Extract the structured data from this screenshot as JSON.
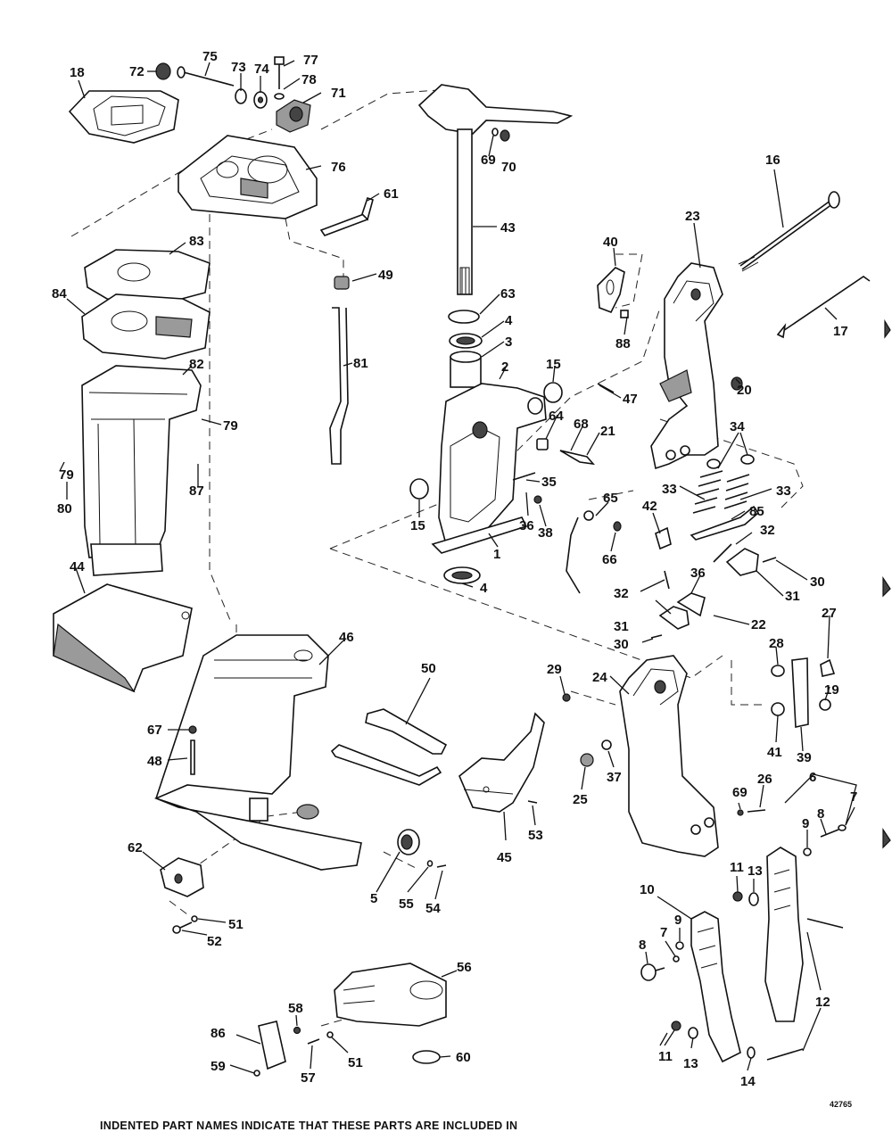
{
  "diagram": {
    "drawing_number": "42765",
    "footer_note": "INDENTED PART NAMES INDICATE THAT THESE PARTS ARE INCLUDED IN"
  },
  "callouts": [
    {
      "id": "c72",
      "text": "72"
    },
    {
      "id": "c75",
      "text": "75"
    },
    {
      "id": "c73",
      "text": "73"
    },
    {
      "id": "c74",
      "text": "74"
    },
    {
      "id": "c77",
      "text": "77"
    },
    {
      "id": "c78",
      "text": "78"
    },
    {
      "id": "c71",
      "text": "71"
    },
    {
      "id": "c18",
      "text": "18"
    },
    {
      "id": "c76",
      "text": "76"
    },
    {
      "id": "c61",
      "text": "61"
    },
    {
      "id": "c69a",
      "text": "69"
    },
    {
      "id": "c70",
      "text": "70"
    },
    {
      "id": "c43",
      "text": "43"
    },
    {
      "id": "c16",
      "text": "16"
    },
    {
      "id": "c23",
      "text": "23"
    },
    {
      "id": "c40",
      "text": "40"
    },
    {
      "id": "c83",
      "text": "83"
    },
    {
      "id": "c49",
      "text": "49"
    },
    {
      "id": "c63",
      "text": "63"
    },
    {
      "id": "c4a",
      "text": "4"
    },
    {
      "id": "c3",
      "text": "3"
    },
    {
      "id": "c84",
      "text": "84"
    },
    {
      "id": "c88",
      "text": "88"
    },
    {
      "id": "c17",
      "text": "17"
    },
    {
      "id": "c81",
      "text": "81"
    },
    {
      "id": "c82",
      "text": "82"
    },
    {
      "id": "c2",
      "text": "2"
    },
    {
      "id": "c15a",
      "text": "15"
    },
    {
      "id": "c20",
      "text": "20"
    },
    {
      "id": "c47",
      "text": "47"
    },
    {
      "id": "c79a",
      "text": "79"
    },
    {
      "id": "c64",
      "text": "64"
    },
    {
      "id": "c68",
      "text": "68"
    },
    {
      "id": "c21",
      "text": "21"
    },
    {
      "id": "c34",
      "text": "34"
    },
    {
      "id": "c79b",
      "text": "79"
    },
    {
      "id": "c87",
      "text": "87"
    },
    {
      "id": "c35",
      "text": "35"
    },
    {
      "id": "c33a",
      "text": "33"
    },
    {
      "id": "c33b",
      "text": "33"
    },
    {
      "id": "c80",
      "text": "80"
    },
    {
      "id": "c65",
      "text": "65"
    },
    {
      "id": "c42",
      "text": "42"
    },
    {
      "id": "c85",
      "text": "85"
    },
    {
      "id": "c15b",
      "text": "15"
    },
    {
      "id": "c36a",
      "text": "36"
    },
    {
      "id": "c38",
      "text": "38"
    },
    {
      "id": "c1",
      "text": "1"
    },
    {
      "id": "c32a",
      "text": "32"
    },
    {
      "id": "c66",
      "text": "66"
    },
    {
      "id": "c44",
      "text": "44"
    },
    {
      "id": "c30a",
      "text": "30"
    },
    {
      "id": "c36b",
      "text": "36"
    },
    {
      "id": "c31a",
      "text": "31"
    },
    {
      "id": "c4b",
      "text": "4"
    },
    {
      "id": "c32b",
      "text": "32"
    },
    {
      "id": "c31b",
      "text": "31"
    },
    {
      "id": "c22",
      "text": "22"
    },
    {
      "id": "c27",
      "text": "27"
    },
    {
      "id": "c30b",
      "text": "30"
    },
    {
      "id": "c46",
      "text": "46"
    },
    {
      "id": "c50",
      "text": "50"
    },
    {
      "id": "c28",
      "text": "28"
    },
    {
      "id": "c24",
      "text": "24"
    },
    {
      "id": "c29",
      "text": "29"
    },
    {
      "id": "c19",
      "text": "19"
    },
    {
      "id": "c67",
      "text": "67"
    },
    {
      "id": "c39",
      "text": "39"
    },
    {
      "id": "c41",
      "text": "41"
    },
    {
      "id": "c48",
      "text": "48"
    },
    {
      "id": "c37",
      "text": "37"
    },
    {
      "id": "c6",
      "text": "6"
    },
    {
      "id": "c26",
      "text": "26"
    },
    {
      "id": "c69b",
      "text": "69"
    },
    {
      "id": "c25",
      "text": "25"
    },
    {
      "id": "c7a",
      "text": "7"
    },
    {
      "id": "c53",
      "text": "53"
    },
    {
      "id": "c9a",
      "text": "9"
    },
    {
      "id": "c8a",
      "text": "8"
    },
    {
      "id": "c45",
      "text": "45"
    },
    {
      "id": "c62",
      "text": "62"
    },
    {
      "id": "c11a",
      "text": "11"
    },
    {
      "id": "c13a",
      "text": "13"
    },
    {
      "id": "c5",
      "text": "5"
    },
    {
      "id": "c55",
      "text": "55"
    },
    {
      "id": "c54",
      "text": "54"
    },
    {
      "id": "c10",
      "text": "10"
    },
    {
      "id": "c51a",
      "text": "51"
    },
    {
      "id": "c9b",
      "text": "9"
    },
    {
      "id": "c52",
      "text": "52"
    },
    {
      "id": "c7b",
      "text": "7"
    },
    {
      "id": "c8b",
      "text": "8"
    },
    {
      "id": "c56",
      "text": "56"
    },
    {
      "id": "c12",
      "text": "12"
    },
    {
      "id": "c58",
      "text": "58"
    },
    {
      "id": "c86",
      "text": "86"
    },
    {
      "id": "c11b",
      "text": "11"
    },
    {
      "id": "c13b",
      "text": "13"
    },
    {
      "id": "c51b",
      "text": "51"
    },
    {
      "id": "c60",
      "text": "60"
    },
    {
      "id": "c59",
      "text": "59"
    },
    {
      "id": "c57",
      "text": "57"
    },
    {
      "id": "c14",
      "text": "14"
    }
  ]
}
